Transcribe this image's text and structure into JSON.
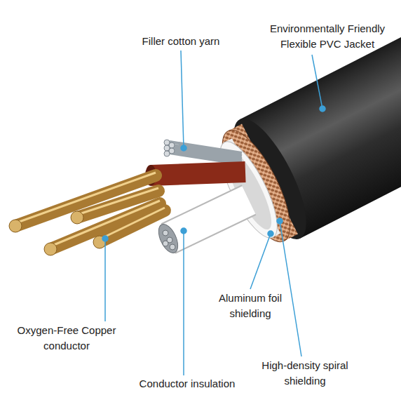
{
  "diagram": {
    "labels": [
      "Filler cotton yarn",
      "Environmentally Friendly Flexible PVC Jacket",
      "Aluminum foil shielding",
      "Oxygen-Free Copper conductor",
      "High-density spiral shielding",
      "Conductor insulation"
    ]
  }
}
